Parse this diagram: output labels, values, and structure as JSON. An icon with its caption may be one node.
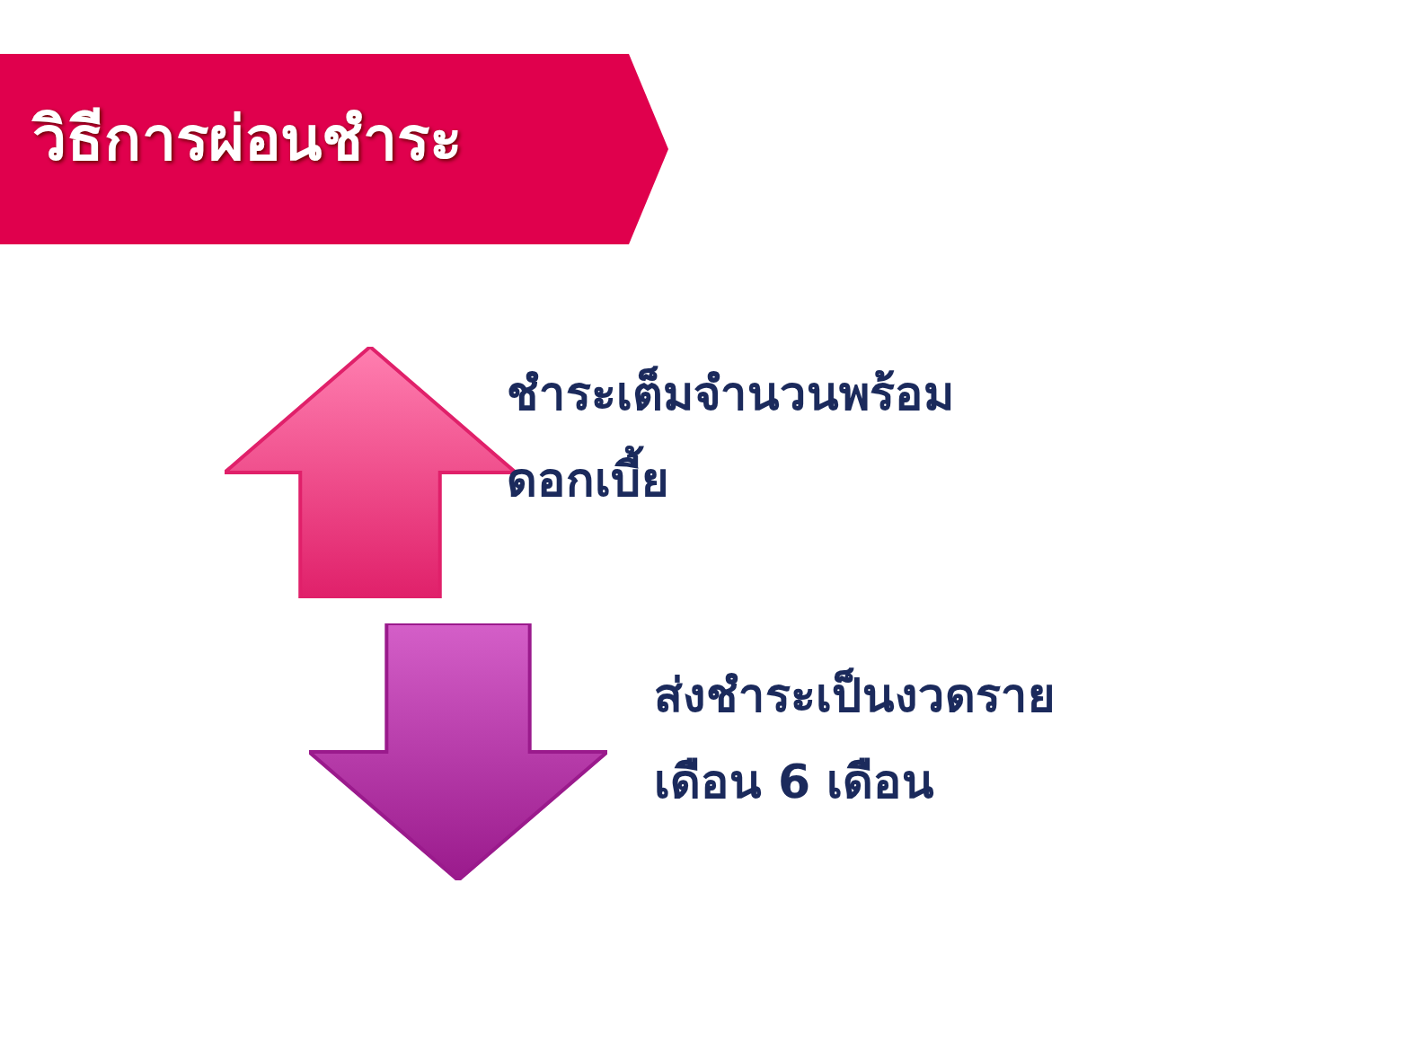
{
  "diagram": {
    "title": "วิธีการผ่อนชำระ",
    "nodes": [
      {
        "text": [],
        "shape": "arrow",
        "beside": [
          "ชำระเต็มจำนวนพร้อมดอกเบี้ย"
        ]
      },
      {
        "text": [],
        "shape": "arrow",
        "beside": [
          "ส่งชำระเป็นงวดรายเดือน 6 เดือน"
        ]
      }
    ]
  }
}
